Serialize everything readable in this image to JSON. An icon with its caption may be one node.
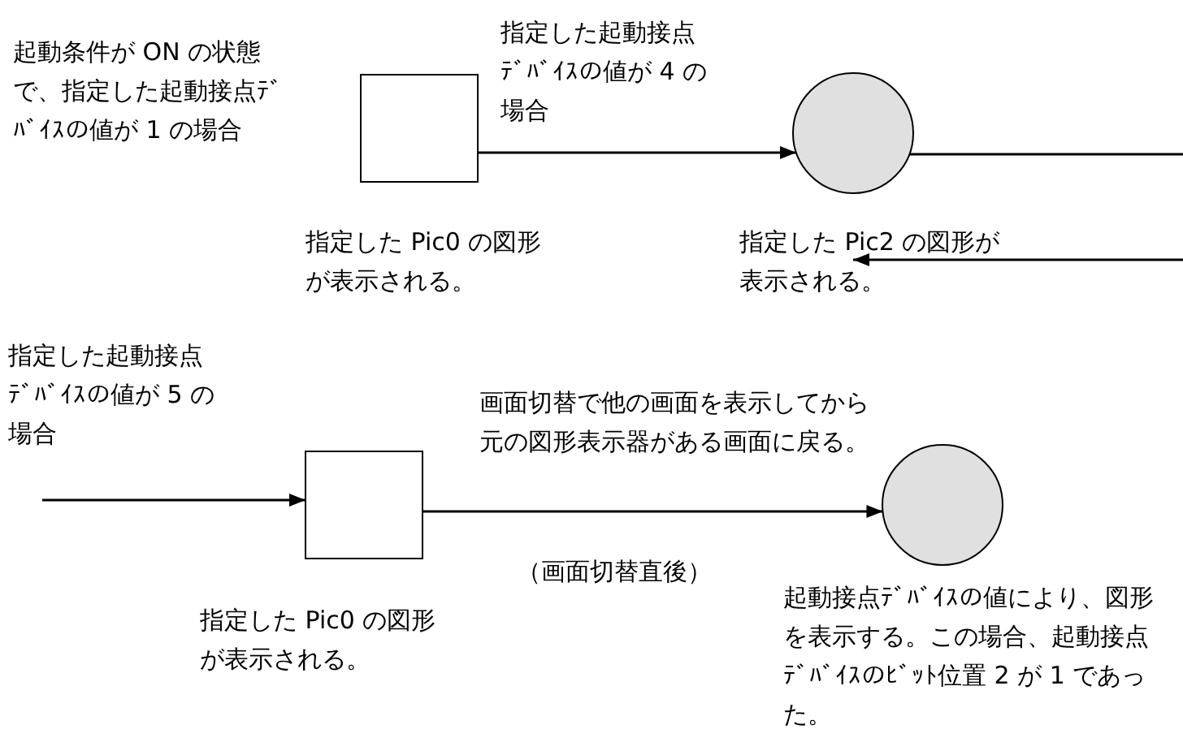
{
  "diagram": {
    "nodes": [
      {
        "text": [],
        "shape": "box",
        "beside": [
          "指定した Pic0 の図形が表示される。"
        ]
      },
      {
        "text": [],
        "shape": "circle",
        "beside": [
          "指定した Pic2 の図形が表示される。"
        ]
      },
      {
        "text": [],
        "shape": "box",
        "beside": [
          "指定した Pic0 の図形が表示される。"
        ]
      },
      {
        "text": [],
        "shape": "circle",
        "beside": [
          "起動接点ﾃﾞﾊﾞｲｽの値により、図形を表示する。この場合、起動接点ﾃﾞﾊﾞｲｽのﾋﾞｯﾄ位置 2 が 1 であった。"
        ]
      }
    ],
    "edges": [
      {
        "from": 0,
        "to": 1,
        "arrow": "to",
        "label": "指定した起動接点ﾃﾞﾊﾞｲｽの値が 4 の場合"
      },
      {
        "from": 1,
        "to": null,
        "arrow": "none"
      },
      {
        "from": null,
        "to": 1,
        "arrow": "to"
      },
      {
        "from": null,
        "to": 2,
        "arrow": "to",
        "label": "指定した起動接点ﾃﾞﾊﾞｲｽの値が 5 の場合"
      },
      {
        "from": 2,
        "to": 3,
        "arrow": "to",
        "label": "画面切替で他の画面を表示してから元の図形表示器がある画面に戻る。"
      }
    ],
    "labels": [
      "起動条件が ON の状態で、指定した起動接点ﾃﾞﾊﾞｲｽの値が 1 の場合",
      "（画面切替直後）"
    ]
  }
}
